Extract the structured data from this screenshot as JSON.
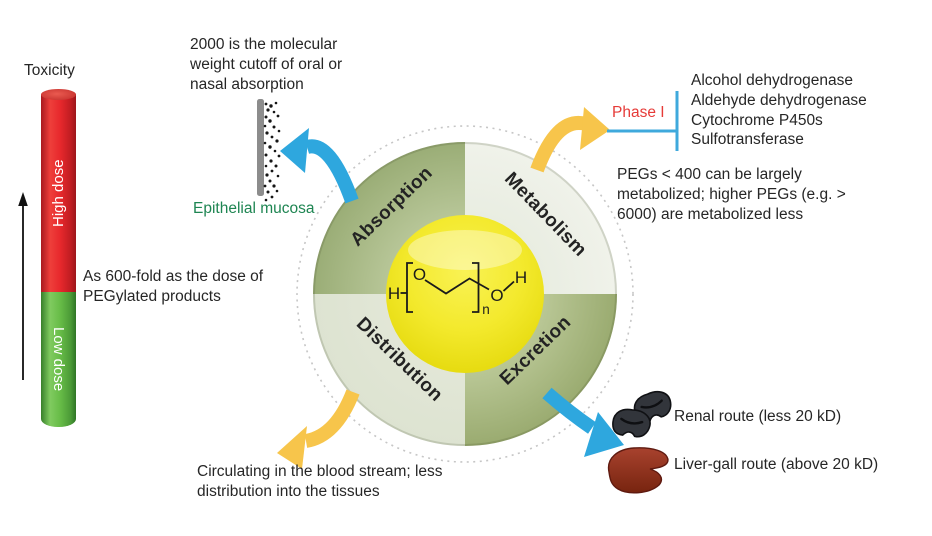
{
  "toxicity": {
    "title": "Toxicity",
    "high_label": "High dose",
    "low_label": "Low dose",
    "note": "As 600-fold as the dose of PEGylated products",
    "high_color": "#e7282c",
    "low_color": "#67bc47"
  },
  "absorption_note": {
    "text": "2000 is the molecular weight cutoff of oral or nasal absorption",
    "mucosa_label": "Epithelial mucosa",
    "mucosa_color": "#1e8552"
  },
  "wheel": {
    "quadrants": [
      {
        "label": "Absorption"
      },
      {
        "label": "Metabolism"
      },
      {
        "label": "Distribution"
      },
      {
        "label": "Excretion"
      }
    ],
    "formula": {
      "h_left": "H",
      "o_left": "O",
      "o_right": "O",
      "h_right": "H",
      "subscript": "n"
    }
  },
  "metabolism_note": {
    "phase_label": "Phase I",
    "phase_color": "#e63b38",
    "enzymes": [
      "Alcohol dehydrogenase",
      "Aldehyde dehydrogenase",
      "Cytochrome P450s",
      "Sulfotransferase"
    ],
    "note": "PEGs < 400 can be largely metabolized; higher PEGs (e.g. > 6000) are metabolized less"
  },
  "excretion_note": {
    "renal": "Renal route (less 20 kD)",
    "liver": "Liver-gall route (above 20 kD)"
  },
  "distribution_note": {
    "text": "Circulating in the blood stream; less distribution into the tissues"
  },
  "colors": {
    "blue_arrow": "#2ea7de",
    "yellow_arrow": "#f7c54b"
  }
}
